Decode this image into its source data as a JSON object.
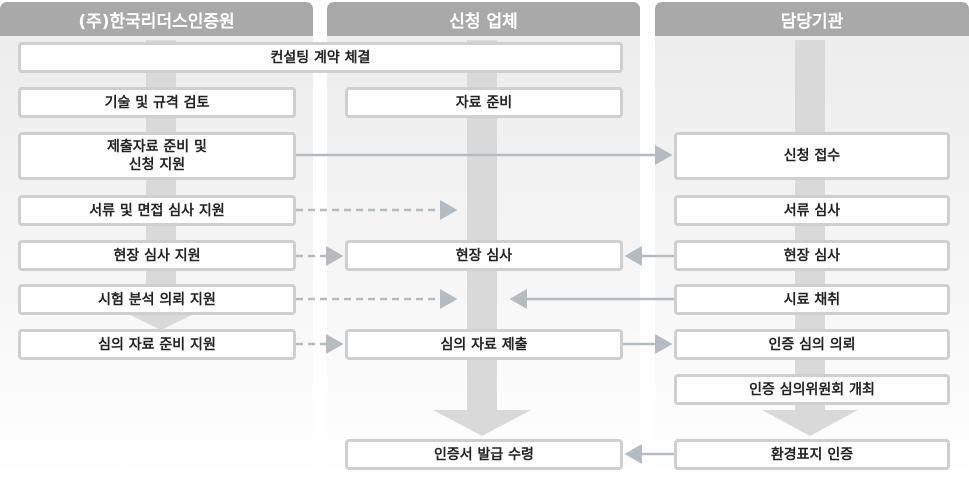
{
  "columns": {
    "left": "(주)한국리더스인증원",
    "middle": "신청 업체",
    "right": "담당기관"
  },
  "left_boxes": {
    "contract": "컨설팅 계약 체결",
    "tech_review": "기술 및 규격 검토",
    "submission_support": "제출자료 준비 및\n신청 지원",
    "document_interview_support": "서류 및 면접 심사 지원",
    "onsite_support": "현장 심사 지원",
    "test_analysis_support": "시험 분석 의뢰 지원",
    "deliberation_support": "심의 자료 준비 지원"
  },
  "middle_boxes": {
    "prepare_materials": "자료 준비",
    "onsite_audit": "현장 심사",
    "submit_deliberation": "심의 자료 제출",
    "receive_certificate": "인증서 발급 수령"
  },
  "right_boxes": {
    "application_receipt": "신청 접수",
    "document_review": "서류 심사",
    "onsite_audit": "현장 심사",
    "sampling": "시료 채취",
    "deliberation_request": "인증 심의 의뢰",
    "committee_meeting": "인증 심의위원회 개최",
    "eco_label_cert": "환경표지 인증"
  },
  "colors": {
    "header": "#a9a9a9",
    "box_border": "#cfcfcf",
    "arrow": "#b4bcc2",
    "flow_arrow": "#d9d9d9"
  }
}
